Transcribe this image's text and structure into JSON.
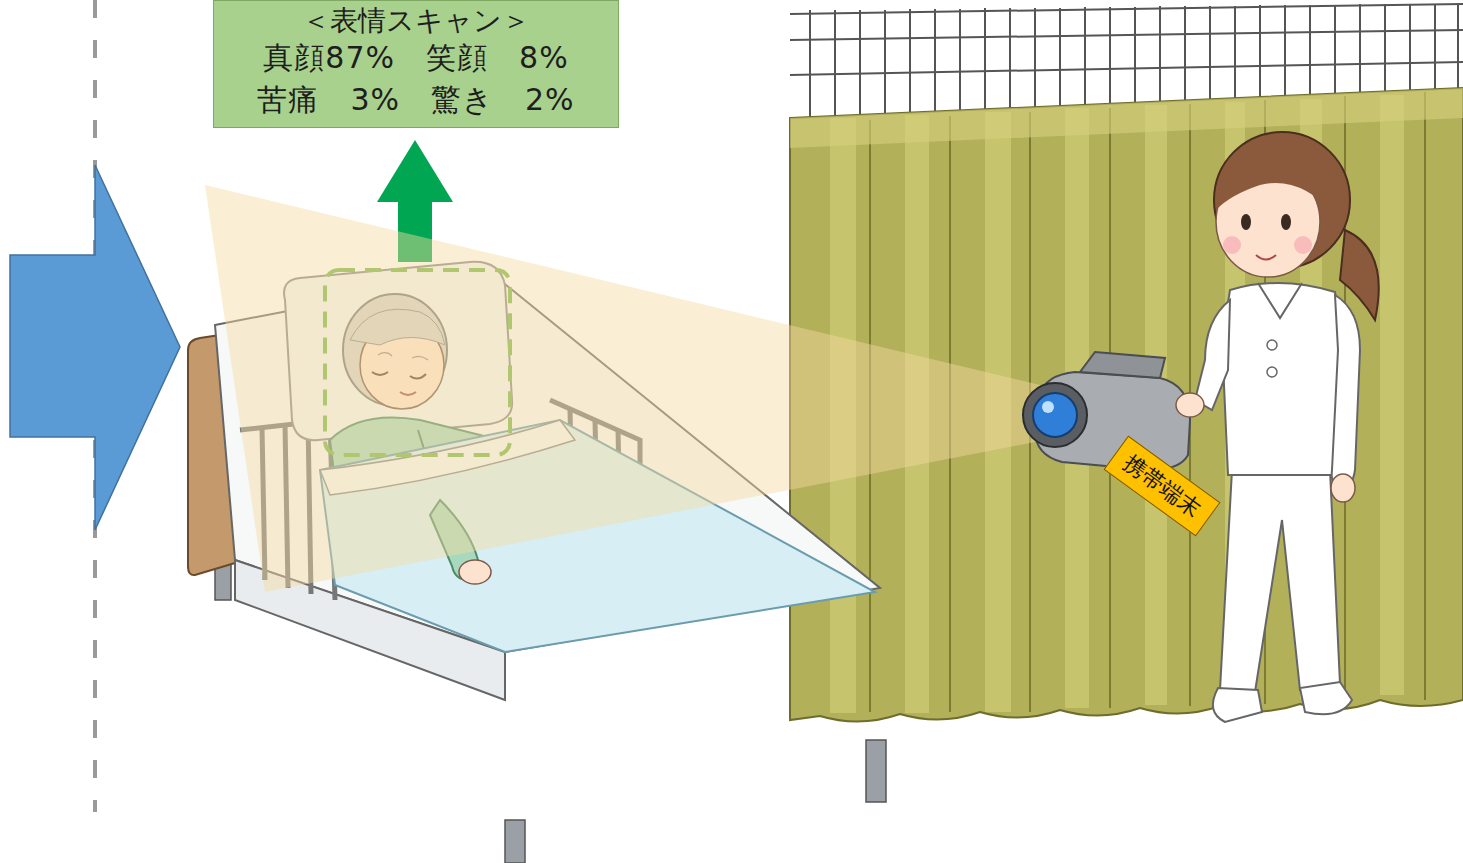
{
  "diagram": {
    "nodes": [
      {
        "text": [
          "＜表情スキャン＞",
          "真顔87%　笑顔　8%",
          "苦痛　3%　驚き　2%"
        ]
      },
      {
        "text": [
          "携帯端末"
        ]
      }
    ]
  }
}
